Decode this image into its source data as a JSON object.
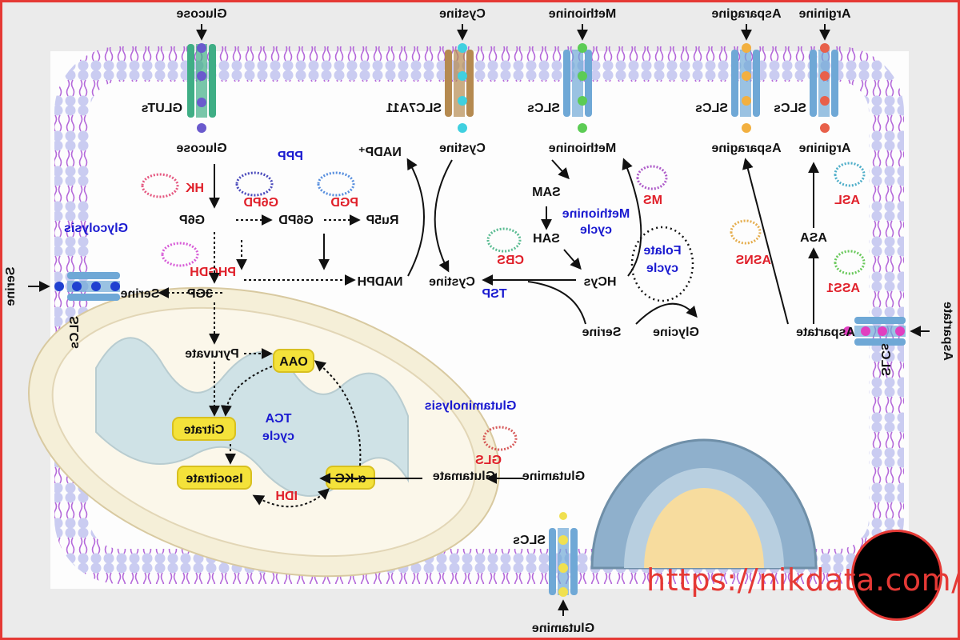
{
  "diagram": {
    "orientation": "mirrored-horizontally",
    "transporters": [
      {
        "id": "gluts",
        "substrate_outside": "Glucose",
        "label": "GLUTs",
        "substrate_inside": "Glucose",
        "color": "#3fae85",
        "dot_color": "#6a5acd"
      },
      {
        "id": "slc7a11",
        "substrate_outside": "Cystine",
        "label": "SLC7A11",
        "substrate_inside": "Cystine",
        "color": "#b58a50",
        "dot_color": "#40d0e0"
      },
      {
        "id": "slc-met",
        "substrate_outside": "Methionine",
        "label": "SLCs",
        "substrate_inside": "Methionine",
        "color": "#6fa8d6",
        "dot_color": "#5ccc55"
      },
      {
        "id": "slc-asn",
        "substrate_outside": "Asparagine",
        "label": "SLCs",
        "substrate_inside": "Asparagine",
        "color": "#6fa8d6",
        "dot_color": "#f2b040"
      },
      {
        "id": "slc-arg",
        "substrate_outside": "Arginine",
        "label": "SLCs",
        "substrate_inside": "Arginine",
        "color": "#6fa8d6",
        "dot_color": "#e8604a"
      },
      {
        "id": "slc-ser",
        "substrate_outside": "Serine",
        "label": "SLCs",
        "substrate_inside": "Serine",
        "color": "#6fa8d6",
        "dot_color": "#2040d0"
      },
      {
        "id": "slc-asp",
        "substrate_outside": "Aspartate",
        "label": "SLCs",
        "substrate_inside": "Aspartate",
        "color": "#6fa8d6",
        "dot_color": "#e040c0"
      },
      {
        "id": "slc-gln",
        "substrate_outside": "Glutamine",
        "label": "SLCs",
        "substrate_inside": "Glutamine",
        "color": "#6fa8d6",
        "dot_color": "#f0e050"
      }
    ],
    "pathway_labels": {
      "ppp": "PPP",
      "glycolysis": "Glycolysis",
      "methionine_cycle": [
        "Methionine",
        "cycle"
      ],
      "folate_cycle": [
        "Folate",
        "cycle"
      ],
      "tca_cycle": [
        "TCA",
        "cycle"
      ],
      "glutaminolysis": "Glutaminolysis",
      "tsp": "TSP"
    },
    "enzymes": {
      "hk": "HK",
      "g6pd": "G6PD",
      "pgd": "PGD",
      "phgdh": "PHGDH",
      "ms": "MS",
      "cbs": "CBS",
      "asns": "ASNS",
      "asl": "ASL",
      "ass1": "ASS1",
      "gls": "GLS",
      "idh": "IDH"
    },
    "metabolites": {
      "g6p": "G6P",
      "g6pd_m": "G6PD",
      "ru5p": "Ru5P",
      "nadph": "NADPH",
      "nadp": "NADP⁺",
      "threegp": "3GP",
      "serine_left": "Serine",
      "pyruvate": "Pyruvate",
      "cystine_mid": "Cystine",
      "sam": "SAM",
      "sah": "SAH",
      "hcys": "HCys",
      "serine_mid": "Serine",
      "glycine": "Glycine",
      "asa": "ASA",
      "aspartate": "Aspartate",
      "glutamine": "Glutamine",
      "glutamate": "Glutamate"
    },
    "tca_boxes": {
      "oaa": "OAA",
      "citrate": "Citrate",
      "isocitrate": "Isocitrate",
      "akg": "α-KG"
    },
    "colors": {
      "enzyme": "#e0202a",
      "pathway": "#1a1ad0",
      "frame": "#e53935",
      "tca_box": "#f4e23a",
      "membrane_head": "#c8c8f0",
      "membrane_tail": "#b060d8",
      "mito": "#f5efd8",
      "mito_inner": "#cde0e4",
      "nucleus_env": "#8fb0cc",
      "nucleus": "#f7dc9e"
    }
  },
  "watermark": {
    "text": "https://nikdata.com/"
  }
}
